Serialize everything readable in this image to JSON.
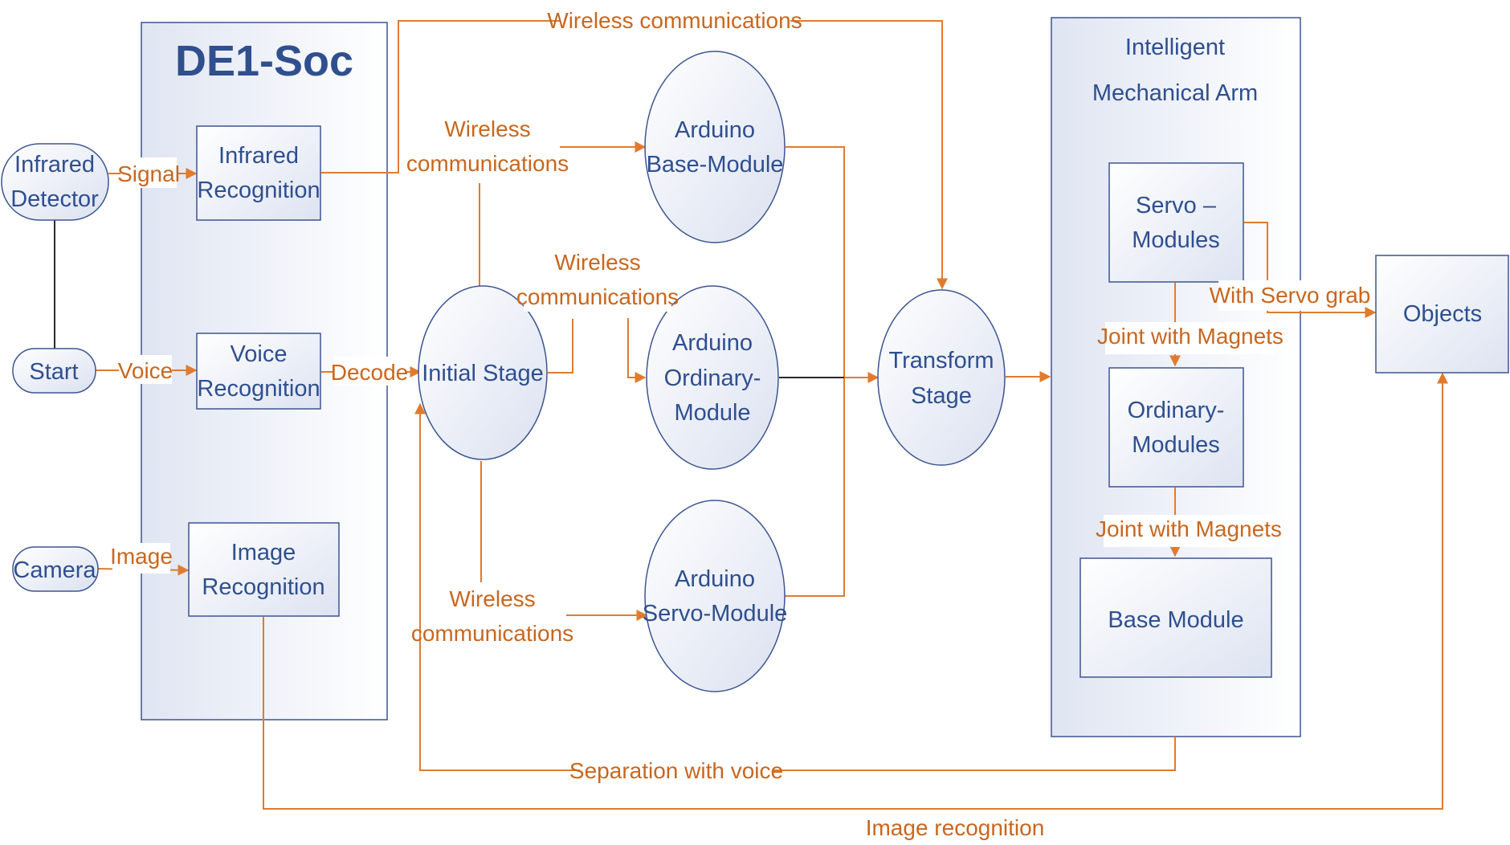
{
  "panels": {
    "de1soc": "DE1-Soc",
    "arm_line1": "Intelligent",
    "arm_line2": "Mechanical Arm"
  },
  "inputs": {
    "infrared_line1": "Infrared",
    "infrared_line2": "Detector",
    "start": "Start",
    "camera": "Camera"
  },
  "recognition": {
    "infrared_line1": "Infrared",
    "infrared_line2": "Recognition",
    "voice_line1": "Voice",
    "voice_line2": "Recognition",
    "image_line1": "Image",
    "image_line2": "Recognition"
  },
  "stages": {
    "initial": "Initial Stage",
    "transform_line1": "Transform",
    "transform_line2": "Stage"
  },
  "arduino": {
    "base_line1": "Arduino",
    "base_line2": "Base-Module",
    "ordinary_line1": "Arduino",
    "ordinary_line2": "Ordinary-",
    "ordinary_line3": "Module",
    "servo_line1": "Arduino",
    "servo_line2": "Servo-Module"
  },
  "arm_modules": {
    "servo_line1": "Servo –",
    "servo_line2": "Modules",
    "ordinary_line1": "Ordinary-",
    "ordinary_line2": "Modules",
    "base": "Base Module"
  },
  "objects": "Objects",
  "edges": {
    "signal": "Signal",
    "voice": "Voice",
    "image": "Image",
    "decode": "Decode",
    "wireless_top": "Wireless communications",
    "wireless_a_line1": "Wireless",
    "wireless_a_line2": "communications",
    "wireless_b_line1": "Wireless",
    "wireless_b_line2": "communications",
    "wireless_c_line1": "Wireless",
    "wireless_c_line2": "communications",
    "joint_magnets_1": "Joint with Magnets",
    "joint_magnets_2": "Joint with Magnets",
    "servo_grab": "With Servo grab",
    "separation": "Separation with voice",
    "image_recognition": "Image recognition"
  },
  "colors": {
    "node_text": "#2f4f8f",
    "edge_text": "#c8671f",
    "edge_line": "#e07b2e",
    "border": "#3d5590"
  }
}
